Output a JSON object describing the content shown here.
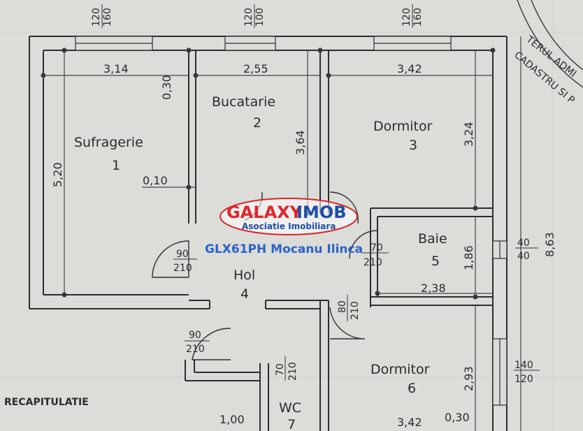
{
  "rooms": [
    {
      "name": "Sufragerie",
      "number": "1"
    },
    {
      "name": "Bucatarie",
      "number": "2"
    },
    {
      "name": "Dormitor",
      "number": "3"
    },
    {
      "name": "Hol",
      "number": "4"
    },
    {
      "name": "Baie",
      "number": "5"
    },
    {
      "name": "Dormitor",
      "number": "6"
    },
    {
      "name": "WC",
      "number": "7"
    }
  ],
  "dimensions": {
    "d1": "3,14",
    "d2": "2,55",
    "d3": "3,42",
    "d4": "0,30",
    "d5": "5,20",
    "d6": "0,10",
    "d7": "3,64",
    "d8": "3,24",
    "d9": "1,86",
    "d10": "2,38",
    "d11": "2,93",
    "d12": "8,63",
    "d13": "1,00",
    "d14": "3,42",
    "d15": "0,30"
  },
  "openings": {
    "w1_top": "160",
    "w1_bot": "120",
    "w2_top": "100",
    "w2_bot": "120",
    "w3_top": "160",
    "w3_bot": "120",
    "door_hol_top": "90",
    "door_hol_bot": "210",
    "door_entry_top": "90",
    "door_entry_bot": "210",
    "door_baie_top": "70",
    "door_baie_bot": "210",
    "door_dorm_top": "80",
    "door_dorm_bot": "210",
    "door_wc_top": "70",
    "door_wc_bot": "210",
    "win_baie_top": "40",
    "win_baie_bot": "40",
    "win_dorm6_top": "140",
    "win_dorm6_bot": "120"
  },
  "stamp": {
    "line1": "TERUL ADMI",
    "line2": "CADASTRU SI P"
  },
  "recap_label": "RECAPITULATIE",
  "watermark": {
    "brand_a": "GALAXY",
    "brand_b": "IMOB",
    "subtitle": "Asociatie Imobiliara",
    "code": "GLX61PH Mocanu Ilinca"
  }
}
